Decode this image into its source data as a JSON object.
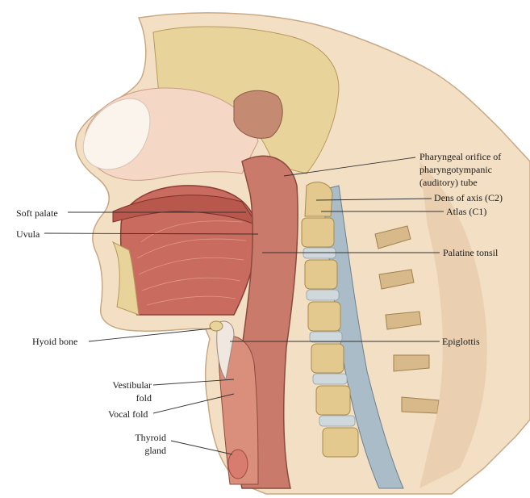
{
  "colors": {
    "skin": "#f2dfc4",
    "bone": "#e8d49a",
    "tissue": "#e9b7a2",
    "muscle": "#c96b5e",
    "muscle_dark": "#a44a40",
    "airway": "#c97a6a",
    "cartilage": "#d6d0c6",
    "disc": "#cfd8dc",
    "cord": "#a9bcc8",
    "leader": "#333333"
  },
  "labels": {
    "pharyngeal_orifice": [
      "Pharyngeal orifice of",
      "pharyngotympanic",
      "(auditory) tube"
    ],
    "dens": "Dens of axis (C2)",
    "atlas": "Atlas (C1)",
    "soft_palate": "Soft palate",
    "uvula": "Uvula",
    "palatine_tonsil": "Palatine tonsil",
    "hyoid": "Hyoid bone",
    "epiglottis": "Epiglottis",
    "vestibular_fold": [
      "Vestibular",
      "fold"
    ],
    "vocal_fold": "Vocal fold",
    "thyroid_gland": [
      "Thyroid",
      "gland"
    ]
  }
}
